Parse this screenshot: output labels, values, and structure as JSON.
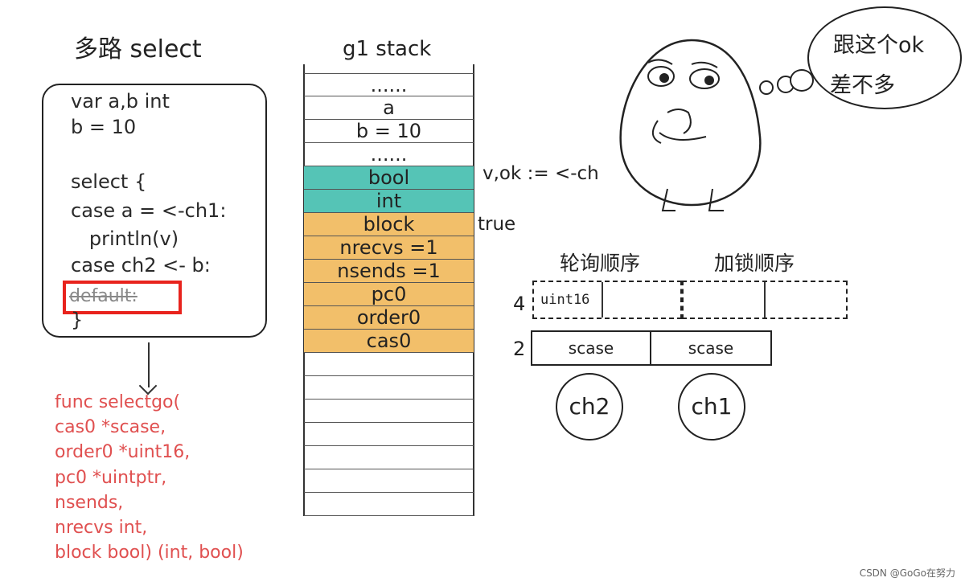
{
  "title": "多路 select",
  "code": {
    "lines": [
      "var a,b int",
      "b = 10",
      "select {",
      "case a = <-ch1:",
      "   println(v)",
      "case ch2 <- b:"
    ],
    "default_text": "default:",
    "closing_brace": "}"
  },
  "func_signature": [
    "func selectgo(",
    "cas0 *scase,",
    "order0 *uint16,",
    "pc0 *uintptr,",
    "nsends,",
    "nrecvs int,",
    "block bool) (int, bool)"
  ],
  "stack": {
    "title": "g1 stack",
    "rows": [
      {
        "label": "......",
        "kind": "plain"
      },
      {
        "label": "a",
        "kind": "plain"
      },
      {
        "label": "b = 10",
        "kind": "plain"
      },
      {
        "label": "......",
        "kind": "plain"
      },
      {
        "label": "bool",
        "kind": "teal"
      },
      {
        "label": "int",
        "kind": "teal"
      },
      {
        "label": "block",
        "kind": "orange"
      },
      {
        "label": "nrecvs =1",
        "kind": "orange"
      },
      {
        "label": "nsends =1",
        "kind": "orange"
      },
      {
        "label": "pc0",
        "kind": "orange"
      },
      {
        "label": "order0",
        "kind": "orange"
      },
      {
        "label": "cas0",
        "kind": "orange"
      },
      {
        "label": "",
        "kind": "plain"
      },
      {
        "label": "",
        "kind": "plain"
      },
      {
        "label": "",
        "kind": "plain"
      },
      {
        "label": "",
        "kind": "plain"
      },
      {
        "label": "",
        "kind": "plain"
      },
      {
        "label": "",
        "kind": "plain"
      },
      {
        "label": "",
        "kind": "plain"
      }
    ],
    "recv_annotation": "v,ok := <-ch",
    "block_annotation": "true"
  },
  "order": {
    "poll_label": "轮询顺序",
    "lock_label": "加锁顺序",
    "order_count": "4",
    "order_type": "uint16",
    "case_count": "2",
    "scase_labels": [
      "scase",
      "scase"
    ],
    "channels": [
      "ch2",
      "ch1"
    ]
  },
  "thought": {
    "line1": "跟这个ok",
    "line2": "差不多"
  },
  "watermark": "CSDN @GoGo在努力",
  "colors": {
    "teal": "#55c4b6",
    "orange": "#f2bf6a",
    "red": "#e8231d"
  }
}
